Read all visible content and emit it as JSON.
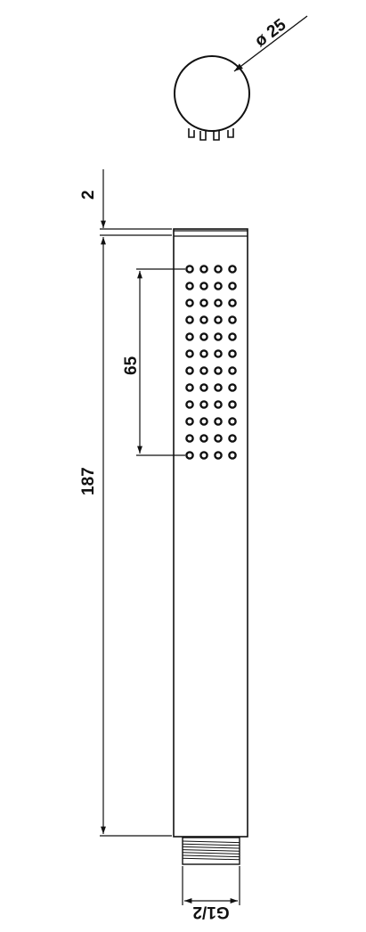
{
  "drawing": {
    "dimensions": {
      "diameter": "ø 25",
      "cap_height": "2",
      "spray_area": "65",
      "total_length": "187",
      "thread": "G1/2"
    },
    "nozzle_grid": {
      "rows": 12,
      "columns": 4
    },
    "colors": {
      "line": "#111111",
      "background": "#ffffff"
    }
  }
}
